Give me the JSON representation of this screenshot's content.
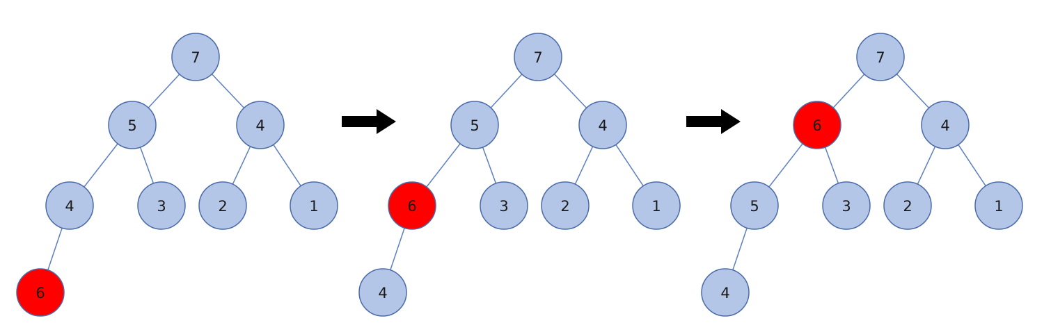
{
  "colors": {
    "node_fill": "#b4c6e7",
    "highlight_fill": "#ff0000",
    "edge": "#5b7fc0",
    "arrow": "#000000"
  },
  "stages": [
    {
      "nodes": [
        {
          "id": "a",
          "label": "7",
          "highlight": false
        },
        {
          "id": "b",
          "label": "5",
          "highlight": false
        },
        {
          "id": "c",
          "label": "4",
          "highlight": false
        },
        {
          "id": "d",
          "label": "4",
          "highlight": false
        },
        {
          "id": "e",
          "label": "3",
          "highlight": false
        },
        {
          "id": "f",
          "label": "2",
          "highlight": false
        },
        {
          "id": "g",
          "label": "1",
          "highlight": false
        },
        {
          "id": "h",
          "label": "6",
          "highlight": true
        }
      ]
    },
    {
      "nodes": [
        {
          "id": "a",
          "label": "7",
          "highlight": false
        },
        {
          "id": "b",
          "label": "5",
          "highlight": false
        },
        {
          "id": "c",
          "label": "4",
          "highlight": false
        },
        {
          "id": "d",
          "label": "6",
          "highlight": true
        },
        {
          "id": "e",
          "label": "3",
          "highlight": false
        },
        {
          "id": "f",
          "label": "2",
          "highlight": false
        },
        {
          "id": "g",
          "label": "1",
          "highlight": false
        },
        {
          "id": "h",
          "label": "4",
          "highlight": false
        }
      ]
    },
    {
      "nodes": [
        {
          "id": "a",
          "label": "7",
          "highlight": false
        },
        {
          "id": "b",
          "label": "6",
          "highlight": true
        },
        {
          "id": "c",
          "label": "4",
          "highlight": false
        },
        {
          "id": "d",
          "label": "5",
          "highlight": false
        },
        {
          "id": "e",
          "label": "3",
          "highlight": false
        },
        {
          "id": "f",
          "label": "2",
          "highlight": false
        },
        {
          "id": "g",
          "label": "1",
          "highlight": false
        },
        {
          "id": "h",
          "label": "4",
          "highlight": false
        }
      ]
    }
  ],
  "edges": [
    [
      "a",
      "b"
    ],
    [
      "a",
      "c"
    ],
    [
      "b",
      "d"
    ],
    [
      "b",
      "e"
    ],
    [
      "c",
      "f"
    ],
    [
      "c",
      "g"
    ],
    [
      "d",
      "h"
    ]
  ],
  "arrows": [
    {
      "icon": "right-arrow-icon"
    },
    {
      "icon": "right-arrow-icon"
    }
  ]
}
